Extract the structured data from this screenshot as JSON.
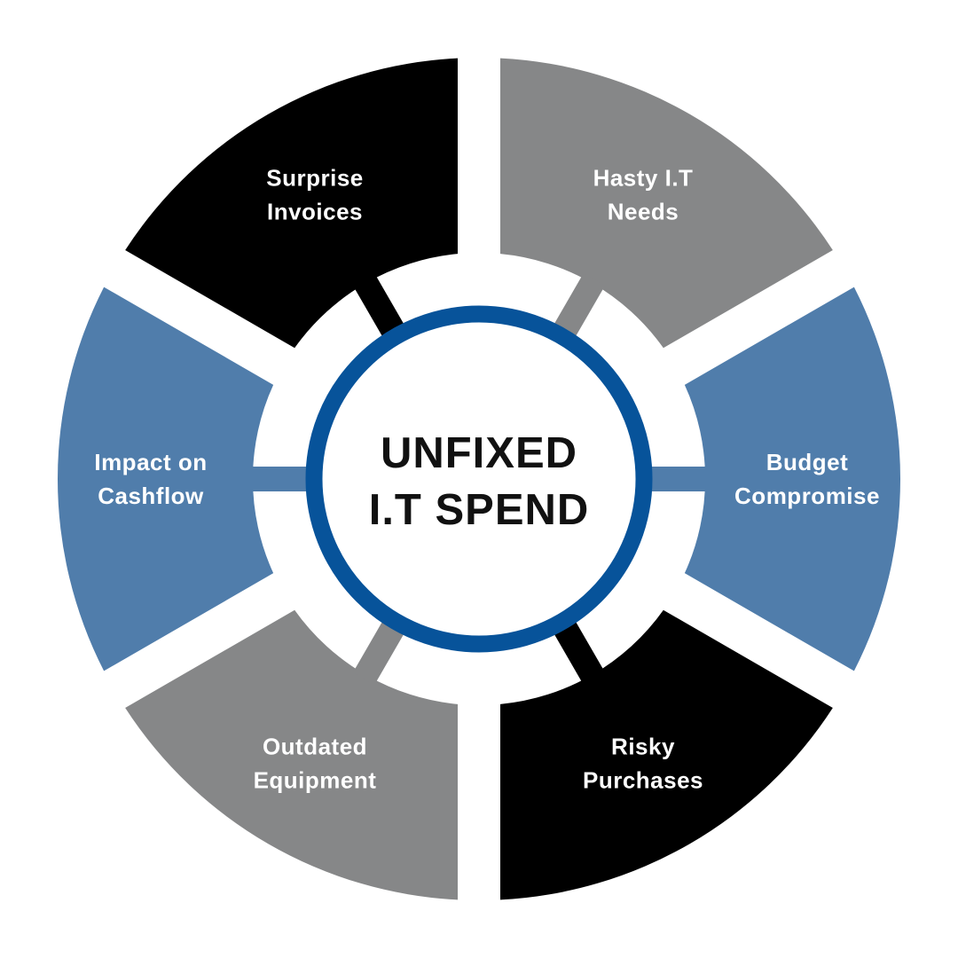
{
  "center": {
    "line1": "UNFIXED",
    "line2": "I.T SPEND"
  },
  "segments": [
    {
      "line1": "Hasty I.T",
      "line2": "Needs",
      "color": "#868788"
    },
    {
      "line1": "Budget",
      "line2": "Compromise",
      "color": "#507dab"
    },
    {
      "line1": "Risky",
      "line2": "Purchases",
      "color": "#000000"
    },
    {
      "line1": "Outdated",
      "line2": "Equipment",
      "color": "#868788"
    },
    {
      "line1": "Impact on",
      "line2": "Cashflow",
      "color": "#507dab"
    },
    {
      "line1": "Surprise",
      "line2": "Invoices",
      "color": "#000000"
    }
  ],
  "colors": {
    "ring": "#07539a",
    "background": "#ffffff"
  }
}
